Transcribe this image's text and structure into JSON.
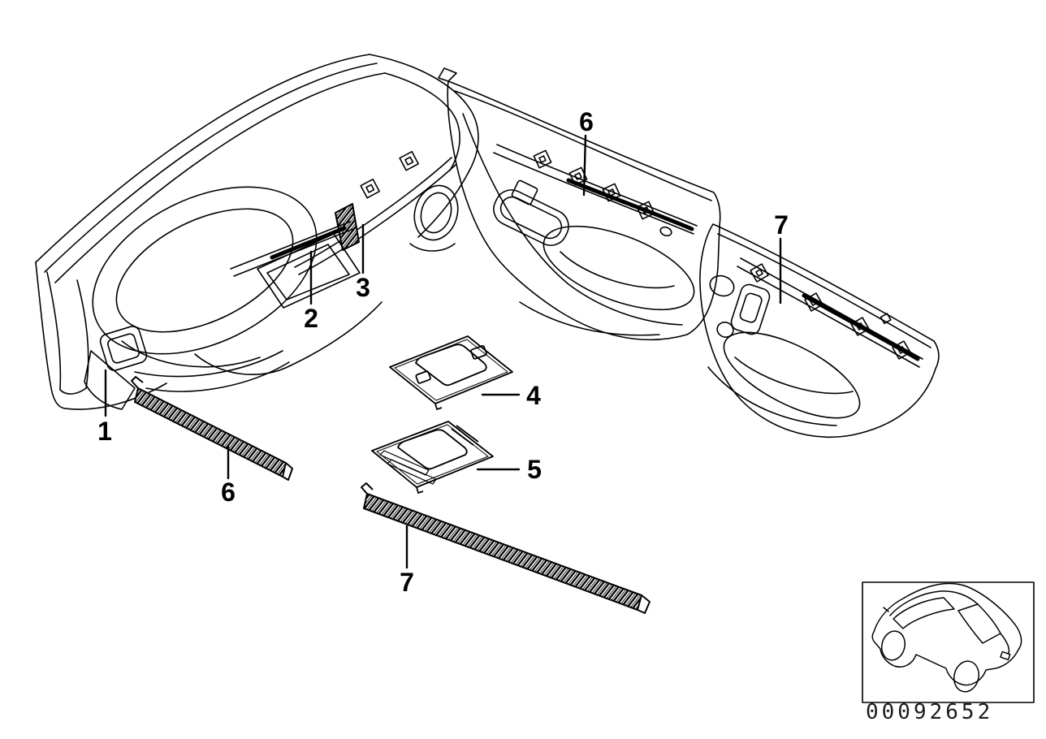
{
  "diagram": {
    "kind": "vehicle-interior-trim-parts-diagram",
    "colors": {
      "ink": "#000000",
      "background": "#ffffff"
    },
    "callouts": [
      {
        "label": "1"
      },
      {
        "label": "2"
      },
      {
        "label": "3"
      },
      {
        "label": "4"
      },
      {
        "label": "5"
      },
      {
        "label": "6"
      },
      {
        "label": "7"
      },
      {
        "label": "6"
      },
      {
        "label": "7"
      }
    ],
    "footer": {
      "image_id": "00092652"
    }
  }
}
